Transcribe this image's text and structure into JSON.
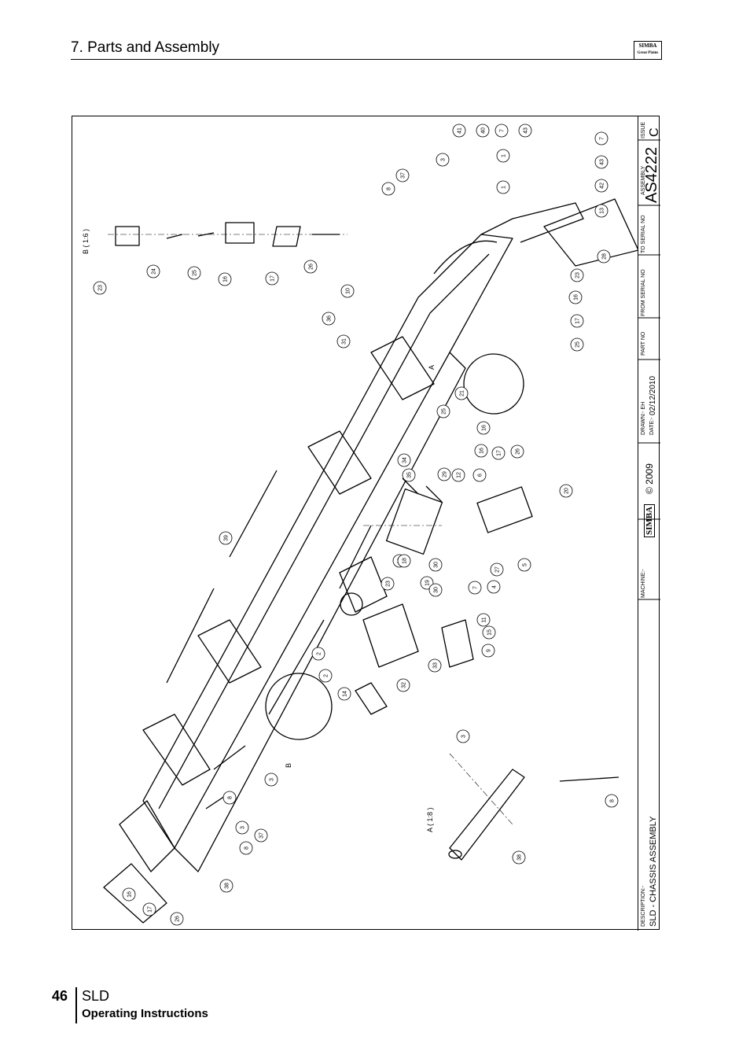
{
  "header": {
    "title": "7. Parts and Assembly",
    "logo_text": "SIMBA",
    "logo_sub": "Great Plains"
  },
  "title_block": {
    "issue_label": "ISSUE",
    "issue_value": "C",
    "assembly_label": "ASSEMBLY",
    "assembly_value": "AS4222",
    "to_serial_label": "TO SERIAL NO",
    "from_serial_label": "FROM SERIAL NO",
    "part_no_label": "PART NO",
    "drawn_label": "DRAWN:- EH",
    "date_label": "DATE:-",
    "date_value": "02/12/2010",
    "copyright": "© 2009",
    "brand": "SIMBA",
    "machine_label": "MACHINE:-",
    "description_label": "DESCRIPTION:-",
    "description_value": "SLD - CHASSIS ASSEMBLY"
  },
  "views": {
    "detail_b": "B ( 1:6 )",
    "detail_a_scale": "A ( 1:8 )",
    "marker_a": "A",
    "marker_b": "B"
  },
  "balloons": [
    "41",
    "40",
    "7",
    "43",
    "7",
    "1",
    "3",
    "1",
    "37",
    "8",
    "43",
    "42",
    "13",
    "28",
    "23",
    "16",
    "17",
    "25",
    "10",
    "36",
    "31",
    "23",
    "24",
    "25",
    "16",
    "17",
    "26",
    "16",
    "25",
    "21",
    "16",
    "17",
    "26",
    "34",
    "35",
    "12",
    "6",
    "29",
    "20",
    "39",
    "22",
    "19",
    "30",
    "5",
    "27",
    "4",
    "7",
    "30",
    "18",
    "23",
    "11",
    "15",
    "9",
    "33",
    "32",
    "14",
    "2",
    "2",
    "3",
    "8",
    "38",
    "3",
    "37",
    "8",
    "3",
    "8",
    "38",
    "16",
    "17",
    "26"
  ],
  "footer": {
    "page_number": "46",
    "model": "SLD",
    "subtitle": "Operating Instructions"
  }
}
